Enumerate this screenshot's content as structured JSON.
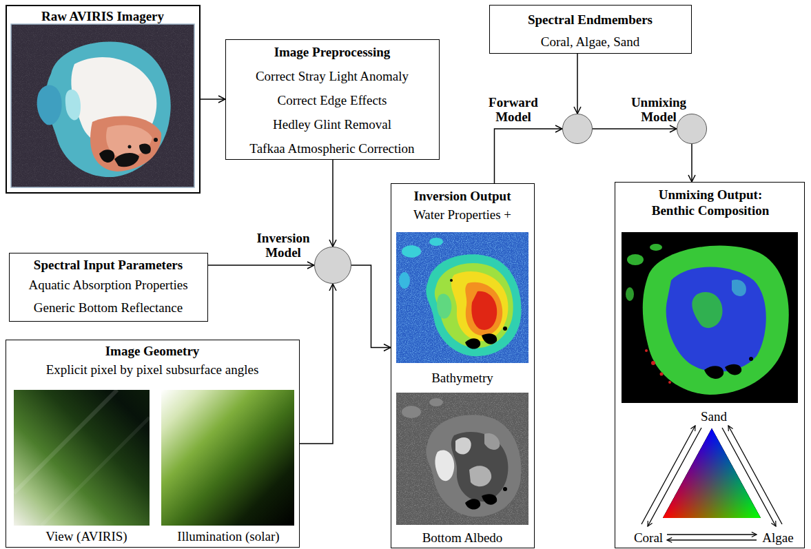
{
  "diagram": {
    "nodes": [
      {
        "text": [
          "Raw AVIRIS Imagery"
        ]
      },
      {
        "text": [
          "Image Preprocessing",
          "Correct Stray Light Anomaly",
          "Correct Edge Effects",
          "Hedley Glint Removal",
          "Tafkaa Atmospheric Correction"
        ]
      },
      {
        "text": [
          "Spectral Endmembers",
          "Coral, Algae, Sand"
        ]
      },
      {
        "text": [
          "Forward Model"
        ]
      },
      {
        "text": [
          "Unmixing Model"
        ]
      },
      {
        "text": [
          "Spectral Input Parameters",
          "Aquatic Absorption Properties",
          "Generic Bottom Reflectance"
        ]
      },
      {
        "text": [
          "Inversion Model"
        ]
      },
      {
        "text": [
          "Inversion Output",
          "Water Properties +",
          "Bathymetry",
          "Bottom Albedo"
        ]
      },
      {
        "text": [
          "Unmixing Output: Benthic Composition",
          "Sand",
          "Coral",
          "Algae"
        ]
      },
      {
        "text": [
          "Image Geometry",
          "Explicit pixel by pixel subsurface angles",
          "View (AVIRIS)",
          "Illumination (solar)"
        ]
      }
    ],
    "edges": [
      {
        "from": 0,
        "to": 1,
        "arrow": "to"
      },
      {
        "from": 1,
        "to": 6,
        "arrow": "to"
      },
      {
        "from": 5,
        "to": 6,
        "arrow": "to"
      },
      {
        "from": 9,
        "to": 6,
        "arrow": "to"
      },
      {
        "from": 6,
        "to": 7,
        "arrow": "to"
      },
      {
        "from": 7,
        "to": 3,
        "arrow": "to"
      },
      {
        "from": 2,
        "to": 3,
        "arrow": "to"
      },
      {
        "from": 3,
        "to": 4,
        "arrow": "to"
      },
      {
        "from": 4,
        "to": 8,
        "arrow": "to"
      }
    ]
  }
}
